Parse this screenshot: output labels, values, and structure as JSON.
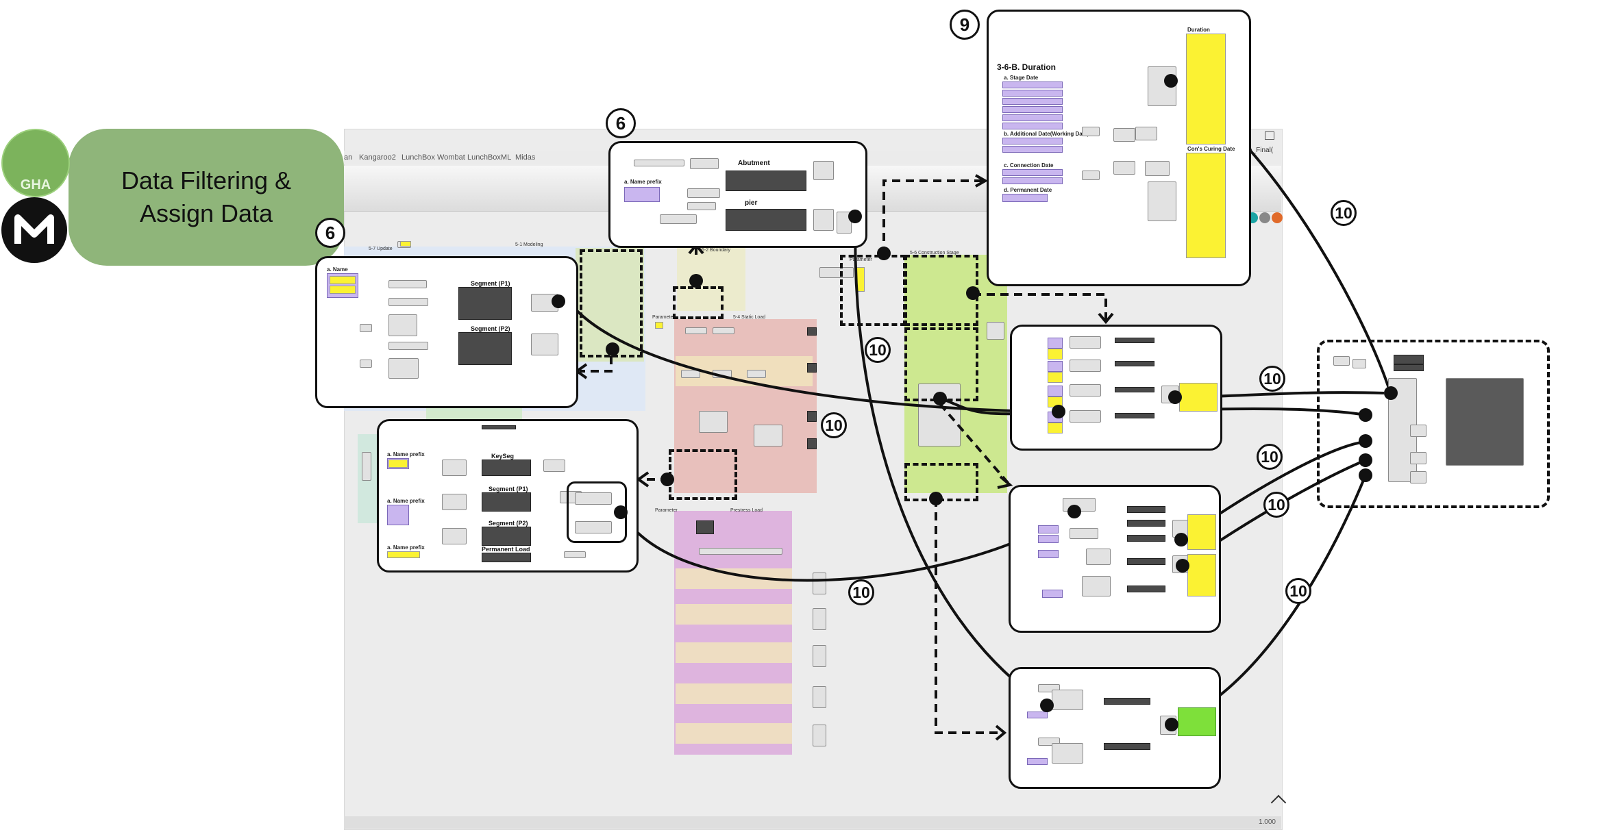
{
  "header": {
    "line1": "Data Filtering &",
    "line2": "Assign Data"
  },
  "logos": {
    "top_text": "GHA"
  },
  "menu": [
    "an",
    "Kangaroo2",
    "LunchBox",
    "Wombat",
    "LunchBoxML",
    "Midas"
  ],
  "window_title_fragment": "e_Final(",
  "status": {
    "zoom": "1.000"
  },
  "canvas_labels": {
    "update": "5-7 Update",
    "modeling": "5-1 Modeling",
    "boundary": "5-2 Boundary",
    "static_load": "5-4 Static Load",
    "parameter_a": "Parameter",
    "parameter_b": "Parameter",
    "prestress_load": "Prestress Load",
    "construction_stage": "5-6 Construction Stage",
    "parameter_c": "Parameter"
  },
  "panels": {
    "p6_top": {
      "title_abutment": "Abutment",
      "title_pier": "pier",
      "label_name_prefix": "a. Name prefix"
    },
    "p6_left": {
      "label_name": "a. Name",
      "title_seg1": "Segment (P1)",
      "title_seg2": "Segment (P2)"
    },
    "p_left_bottom": {
      "label_prefix1": "a. Name prefix",
      "label_prefix2": "a. Name prefix",
      "label_prefix3": "a. Name prefix",
      "title_keyseg": "KeySeg",
      "title_seg1": "Segment (P1)",
      "title_seg2": "Segment (P2)",
      "title_perm": "Permanent Load"
    },
    "p9": {
      "title": "3-6-B. Duration",
      "stage_date": "a. Stage Date",
      "additional_date": "b. Additional Date(Working Date)",
      "connection_date": "c. Connection Date",
      "permanent_date": "d. Permanent Date",
      "duration": "Duration",
      "curing": "Con's Curing Date"
    }
  },
  "badges": {
    "b6_top": "6",
    "b6_left": "6",
    "b9": "9",
    "b10_a": "10",
    "b10_b": "10",
    "b10_c": "10",
    "b10_d": "10",
    "b10_e": "10",
    "b10_f": "10",
    "b10_g": "10",
    "b10_h": "10"
  },
  "colors": {
    "accent_green": "#8fb57a",
    "group_blue": "#bcd0f0",
    "group_green": "#d8e8a8",
    "group_pink": "#e8b4b0",
    "group_purple": "#d9a8d9",
    "group_lime": "#c8e880",
    "panel_yellow": "#fbf233",
    "input_purple": "#c9b6ef",
    "result_green": "#7ee03a"
  }
}
